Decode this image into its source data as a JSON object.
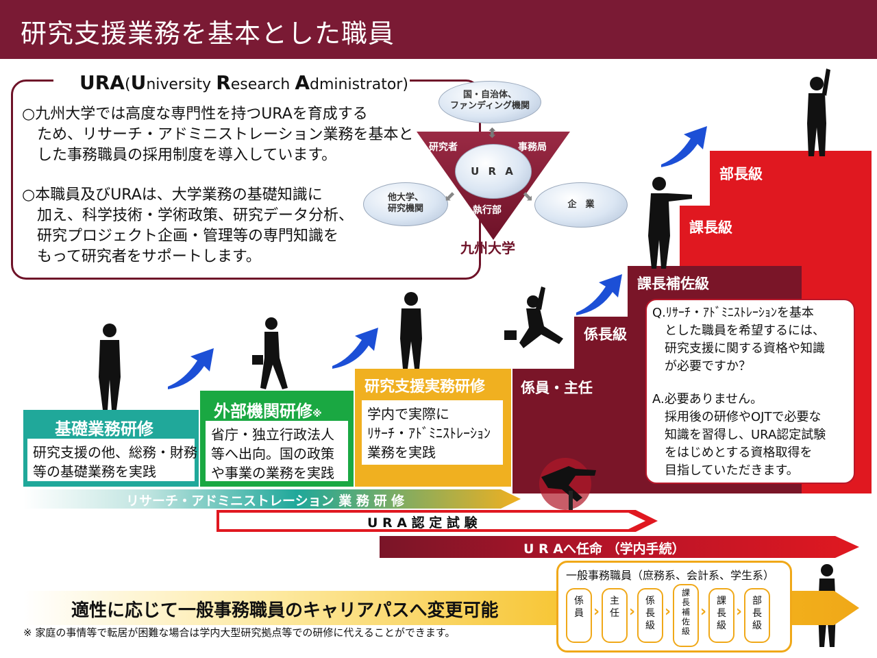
{
  "header": {
    "title": "研究支援業務を基本とした職員"
  },
  "ura_box": {
    "title_abbr": "URA",
    "title_open": "(",
    "title_U": "U",
    "title_u_rest": "niversity ",
    "title_R": "R",
    "title_r_rest": "esearch ",
    "title_A": "A",
    "title_a_rest": "dministrator)",
    "para1": [
      "○九州大学では高度な専門性を持つURAを育成する",
      "　ため、リサーチ・アドミニストレーション業務を基本と",
      "　した事務職員の採用制度を導入しています。"
    ],
    "para2": [
      "○本職員及びURAは、大学業務の基礎知識に",
      "　加え、科学技術・学術政策、研究データ分析、",
      "　研究プロジェクト企画・管理等の専門知識を",
      "　もって研究者をサポートします。"
    ]
  },
  "diagram": {
    "top": [
      "国・自治体、",
      "ファンディング機関"
    ],
    "left": [
      "他大学、",
      "研究機関"
    ],
    "right": "企　業",
    "center": "U R A",
    "researcher": "研究者",
    "office": "事務局",
    "executive": "執行部",
    "university": "九州大学"
  },
  "stages": {
    "basic": {
      "title": "基礎業務研修",
      "body": [
        "研究支援の他、総務・財務",
        "等の基礎業務を実践"
      ]
    },
    "external": {
      "title": "外部機関研修",
      "mark": "※",
      "body": [
        "省庁・独立行政法人",
        "等へ出向。国の政策",
        "や事業の業務を実践"
      ]
    },
    "practice": {
      "title": "研究支援実務研修",
      "body": [
        "学内で実際に",
        "ﾘｻｰﾁ・ｱﾄﾞﾐﾆｽﾄﾚｰｼｮﾝ",
        "業務を実践"
      ]
    }
  },
  "ranks": {
    "staff": "係員・主任",
    "chief": "係長級",
    "assistant_manager": "課長補佐級",
    "section_manager": "課長級",
    "department_manager": "部長級"
  },
  "qa": {
    "q": [
      "Q.ﾘｻｰﾁ・ｱﾄﾞﾐﾆｽﾄﾚｰｼｮﾝを基本",
      "　とした職員を希望するには、",
      "　研究支援に関する資格や知識",
      "　が必要ですか？"
    ],
    "a": [
      "A.必要ありません。",
      "　採用後の研修やOJTで必要な",
      "　知識を習得し、URA認定試験",
      "　をはじめとする資格取得を",
      "　目指していただきます。"
    ]
  },
  "bars": {
    "training": "リサーチ・アドミニストレーション 業 務 研 修",
    "exam": "U R A 認 定 試 験",
    "appointment": "U R Aへ任命 （学内手続）"
  },
  "bottom": {
    "career_change": "適性に応じて一般事務職員のキャリアパスへ変更可能",
    "note": "※ 家庭の事情等で転居が困難な場合は学内大型研究拠点等での研修に代えることができます。",
    "general_title": "一般事務職員（庶務系、会計系、学生系）",
    "steps": [
      "係員",
      "主任",
      "係長級",
      "課長補佐級",
      "課長級",
      "部長級"
    ]
  },
  "colors": {
    "header": "#7a1a34",
    "teal": "#20a89a",
    "green": "#1aa842",
    "gold": "#f0b020",
    "maroon": "#7a1528",
    "red": "#e01820",
    "blue": "#1c4fd6"
  }
}
